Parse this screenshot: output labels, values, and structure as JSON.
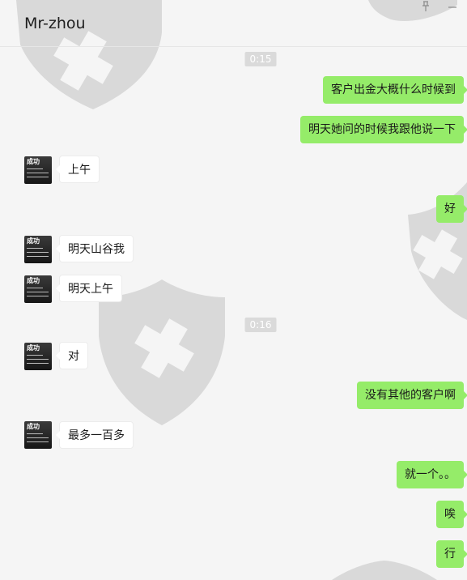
{
  "header": {
    "title": "Mr-zhou",
    "pin_icon": "pin-icon",
    "minimize_icon": "minimize-icon"
  },
  "colors": {
    "background": "#f5f5f5",
    "outgoing_bubble": "#95ec69",
    "incoming_bubble": "#ffffff",
    "timestamp_pill": "#dadada"
  },
  "messages": [
    {
      "kind": "time",
      "text": "0:15"
    },
    {
      "kind": "out",
      "text": "客户出金大概什么时候到"
    },
    {
      "kind": "out",
      "text": "明天她问的时候我跟他说一下"
    },
    {
      "kind": "in",
      "text": "上午"
    },
    {
      "kind": "out",
      "text": "好"
    },
    {
      "kind": "in",
      "text": "明天山谷我"
    },
    {
      "kind": "in",
      "text": "明天上午"
    },
    {
      "kind": "time",
      "text": "0:16"
    },
    {
      "kind": "in",
      "text": "对"
    },
    {
      "kind": "out",
      "text": "没有其他的客户啊"
    },
    {
      "kind": "in",
      "text": "最多一百多"
    },
    {
      "kind": "out",
      "text": "就一个。。"
    },
    {
      "kind": "out",
      "text": "唉"
    },
    {
      "kind": "out",
      "text": "行"
    }
  ],
  "contact_avatar": {
    "caption": "成功"
  }
}
